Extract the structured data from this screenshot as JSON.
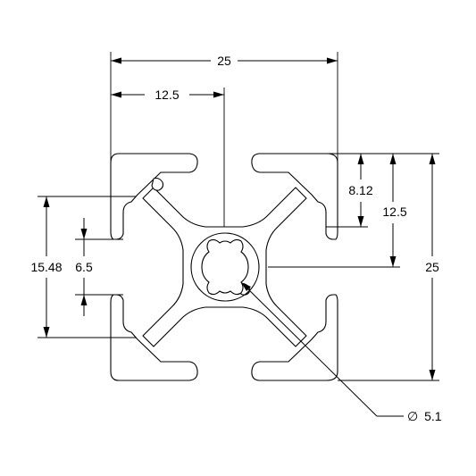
{
  "drawing": {
    "dimensions": {
      "overall_width": "25",
      "half_width": "12.5",
      "slot_depth": "8.12",
      "half_height": "12.5",
      "overall_height": "25",
      "slot_outer": "15.48",
      "slot_opening": "6.5",
      "center_bore": "5.1"
    },
    "diameter_symbol": "∅"
  }
}
